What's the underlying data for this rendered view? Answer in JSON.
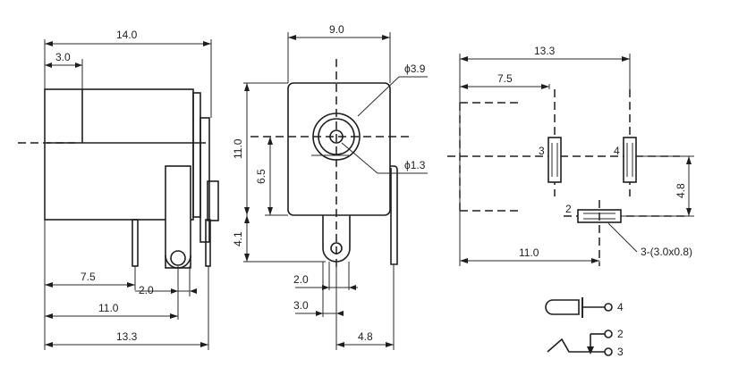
{
  "side_view": {
    "dim_overall": "14.0",
    "dim_front": "3.0",
    "dim_pin_a": "7.5",
    "dim_pin_gap": "2.0",
    "dim_pin_b": "11.0",
    "dim_total": "13.3"
  },
  "front_view": {
    "dim_width": "9.0",
    "dim_height": "11.0",
    "dim_center": "6.5",
    "dim_bottom": "4.1",
    "dim_outer_dia": "ϕ3.9",
    "dim_pin_dia": "ϕ1.3",
    "dim_pin_w": "2.0",
    "dim_pin_offset": "3.0",
    "dim_side_pin": "4.8"
  },
  "footprint": {
    "dim_total": "13.3",
    "dim_first": "7.5",
    "dim_vertical": "4.8",
    "dim_bottom": "11.0",
    "pin_3": "3",
    "pin_4": "4",
    "pin_2": "2",
    "slot_note": "3-(3.0x0.8)"
  },
  "schematic": {
    "pin_4": "4",
    "pin_2": "2",
    "pin_3": "3"
  }
}
